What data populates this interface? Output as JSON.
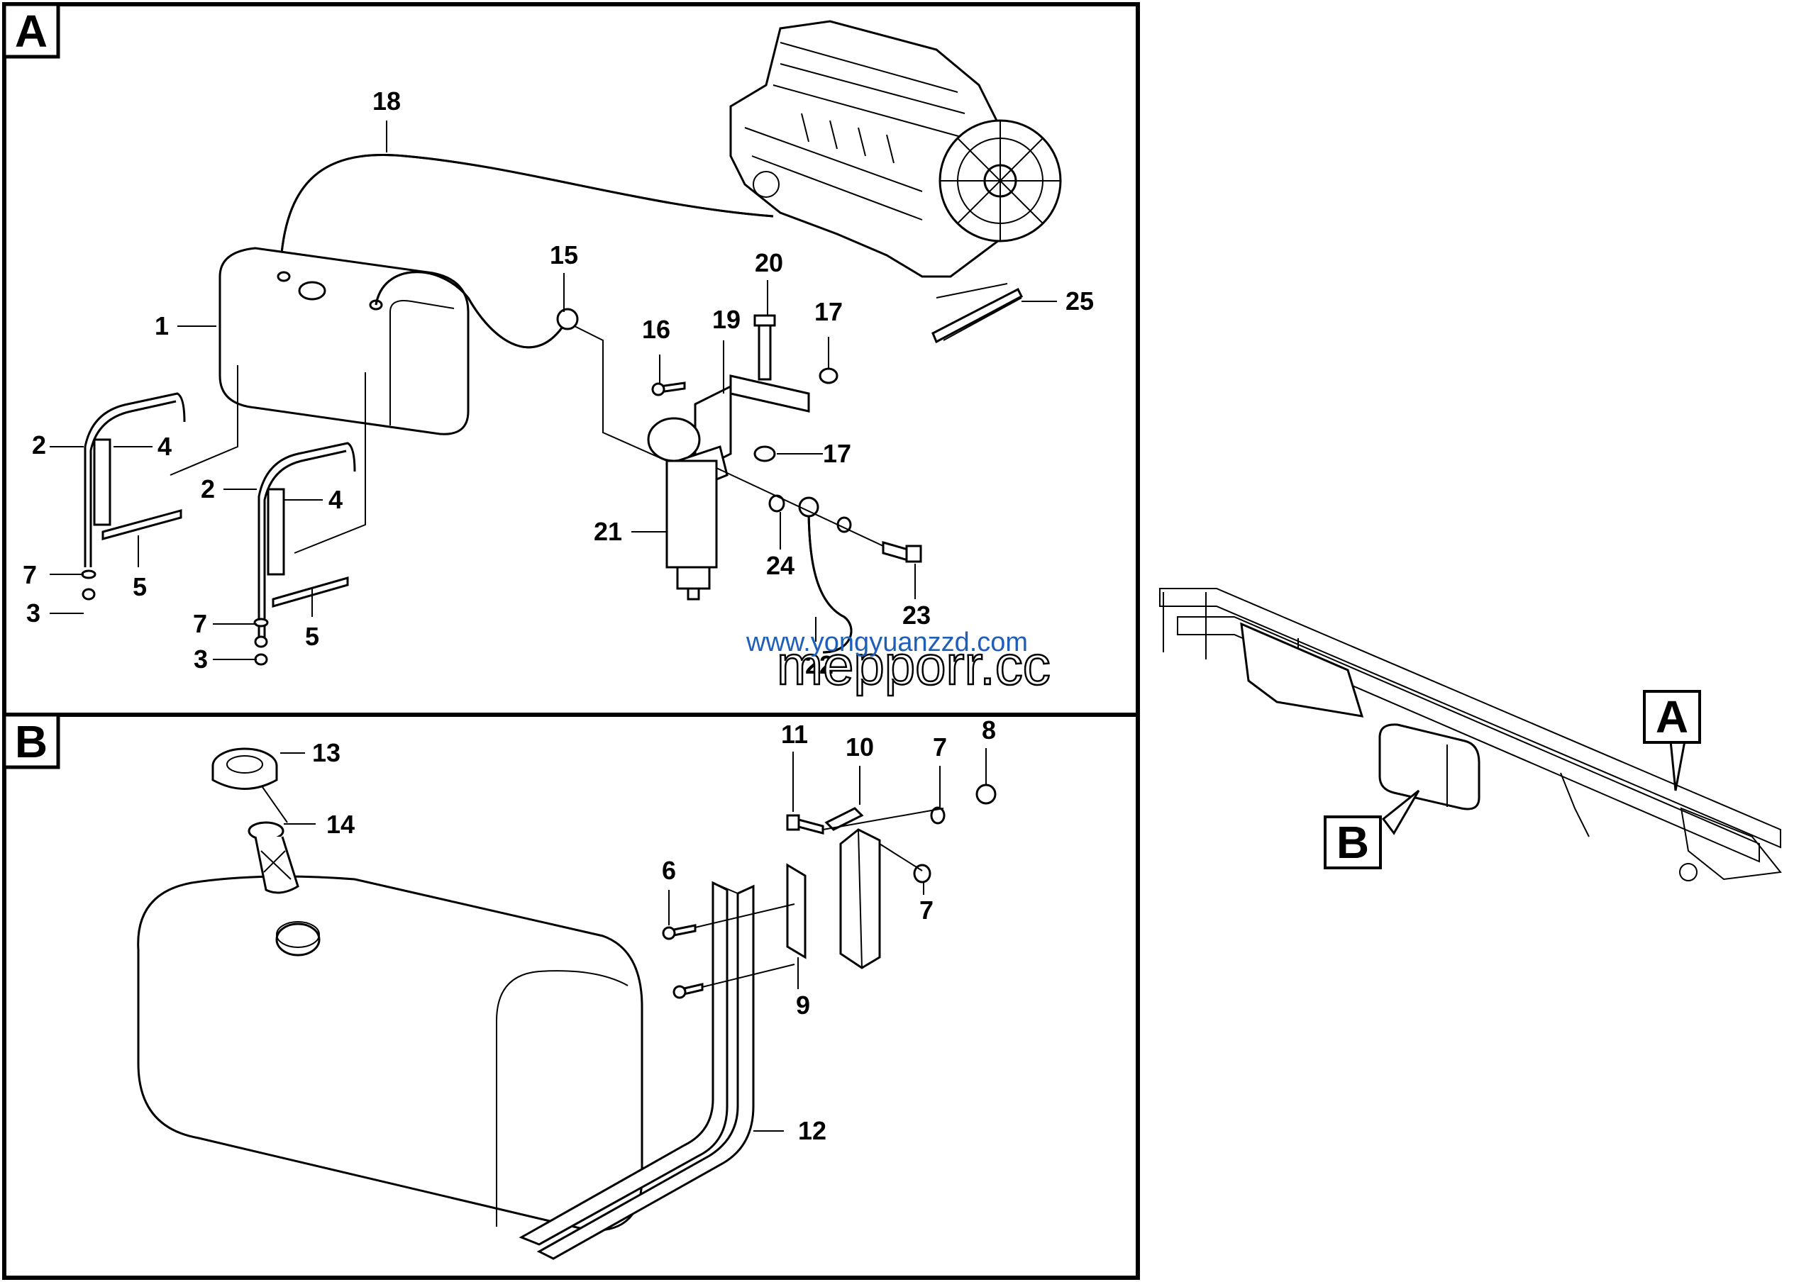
{
  "panels": {
    "a": {
      "label": "A"
    },
    "b": {
      "label": "B"
    }
  },
  "overview": {
    "label_a": "A",
    "label_b": "B"
  },
  "callouts": {
    "n1": "1",
    "n2a": "2",
    "n2b": "2",
    "n3a": "3",
    "n3b": "3",
    "n4a": "4",
    "n4b": "4",
    "n5a": "5",
    "n5b": "5",
    "n7a": "7",
    "n7b": "7",
    "n7c": "7",
    "n7d": "7",
    "n8": "8",
    "n9": "9",
    "n10": "10",
    "n11": "11",
    "n12": "12",
    "n13": "13",
    "n14": "14",
    "n15": "15",
    "n16": "16",
    "n17a": "17",
    "n17b": "17",
    "n18": "18",
    "n19": "19",
    "n20": "20",
    "n21": "21",
    "n22": "22",
    "n23": "23",
    "n24": "24",
    "n25": "25",
    "n6": "6"
  },
  "watermark": {
    "url": "www.yongyuanzzd.com",
    "brand": "mepporr.cc"
  },
  "colors": {
    "line": "#000000",
    "watermark_url": "#1f5fb8"
  }
}
